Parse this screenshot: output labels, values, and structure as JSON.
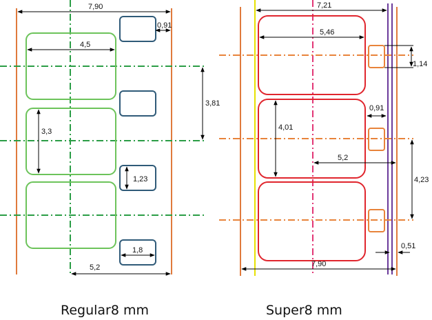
{
  "regular8": {
    "caption": "Regular8 mm",
    "dims": {
      "width_total": "7,90",
      "perf_width": "0,91",
      "frame_width": "4,5",
      "pitch": "3,81",
      "frame_height": "3,3",
      "perf_height": "1,23",
      "perf_len": "1,8",
      "center_offset": "5,2"
    },
    "colors": {
      "frame": "#6cc35a",
      "perforation": "#2f5a78",
      "center_line": "#2a9d45",
      "edge": "#e07a3c"
    }
  },
  "super8": {
    "caption": "Super8 mm",
    "dims": {
      "usable_width": "7,21",
      "frame_width": "5,46",
      "perf_width": "0,91",
      "perf_height": "1,14",
      "frame_height": "4,01",
      "center_offset": "5,2",
      "pitch": "4,23",
      "edge_margin": "0,51",
      "width_total": "7,90"
    },
    "colors": {
      "frame": "#e0252d",
      "perforation": "#e8833a",
      "center_line": "#e23575",
      "edge": "#e07a3c",
      "guide_yellow": "#e6e000",
      "guide_purple": "#6a3a9a"
    }
  }
}
